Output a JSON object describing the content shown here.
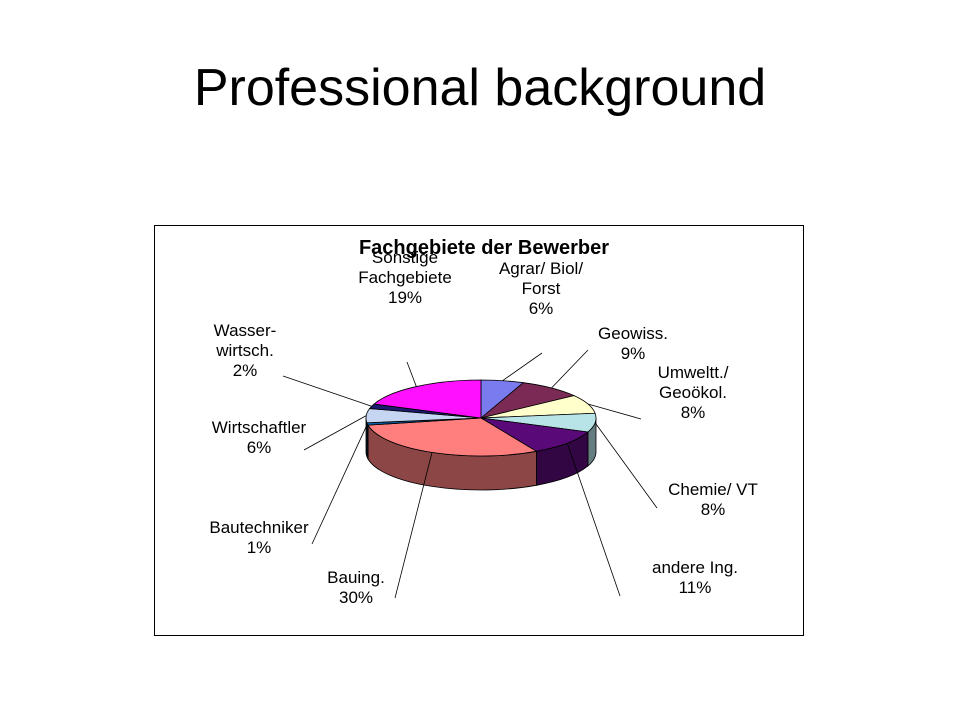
{
  "slide": {
    "title": "Professional background"
  },
  "chart_data": {
    "type": "pie",
    "title": "Fachgebiete der Bewerber",
    "three_d": true,
    "slices": [
      {
        "label": [
          "Agrar/ Biol/",
          "Forst"
        ],
        "value": 6,
        "pct_label": "6%",
        "color": "#7B7BF0"
      },
      {
        "label": [
          "Geowiss."
        ],
        "value": 9,
        "pct_label": "9%",
        "color": "#7A2A55"
      },
      {
        "label": [
          "Umweltt./",
          "Geoökol."
        ],
        "value": 8,
        "pct_label": "8%",
        "color": "#FFFFCC"
      },
      {
        "label": [
          "Chemie/ VT"
        ],
        "value": 8,
        "pct_label": "8%",
        "color": "#B8E4E8"
      },
      {
        "label": [
          "andere Ing."
        ],
        "value": 11,
        "pct_label": "11%",
        "color": "#5A0A78"
      },
      {
        "label": [
          "Bauing."
        ],
        "value": 30,
        "pct_label": "30%",
        "color": "#FF7F7F"
      },
      {
        "label": [
          "Bautechniker"
        ],
        "value": 1,
        "pct_label": "1%",
        "color": "#0B5FA8"
      },
      {
        "label": [
          "Wirtschaftler"
        ],
        "value": 6,
        "pct_label": "6%",
        "color": "#C6D6F2"
      },
      {
        "label": [
          "Wasser-",
          "wirtsch."
        ],
        "value": 2,
        "pct_label": "2%",
        "color": "#1A1A6E"
      },
      {
        "label": [
          "Sonstige",
          "Fachgebiete"
        ],
        "value": 19,
        "pct_label": "19%",
        "color": "#FF11FF"
      }
    ]
  }
}
